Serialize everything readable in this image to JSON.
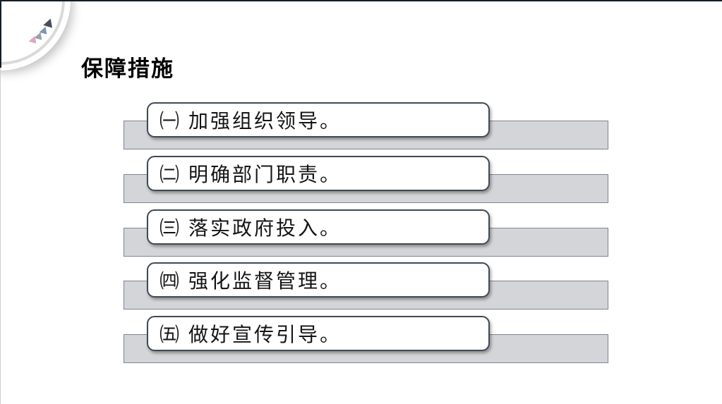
{
  "slide": {
    "title": "保障措施"
  },
  "items": [
    {
      "label": "㈠ 加强组织领导。"
    },
    {
      "label": "㈡ 明确部门职责。"
    },
    {
      "label": "㈢ 落实政府投入。"
    },
    {
      "label": "㈣ 强化监督管理。"
    },
    {
      "label": "㈤ 做好宣传引导。"
    }
  ],
  "decor": {
    "corner_triangles": [
      {
        "name": "dark",
        "color": "#474e59"
      },
      {
        "name": "blue",
        "color": "#7d95b5"
      },
      {
        "name": "gray",
        "color": "#9aa0a6"
      },
      {
        "name": "pink",
        "color": "#d9a8c0"
      }
    ]
  },
  "colors": {
    "bar_fill": "#d3d5d8",
    "bar_border": "#7d8695",
    "box_border": "#3f4a57",
    "edge_dark": "#151d29",
    "title_text": "#000000"
  }
}
